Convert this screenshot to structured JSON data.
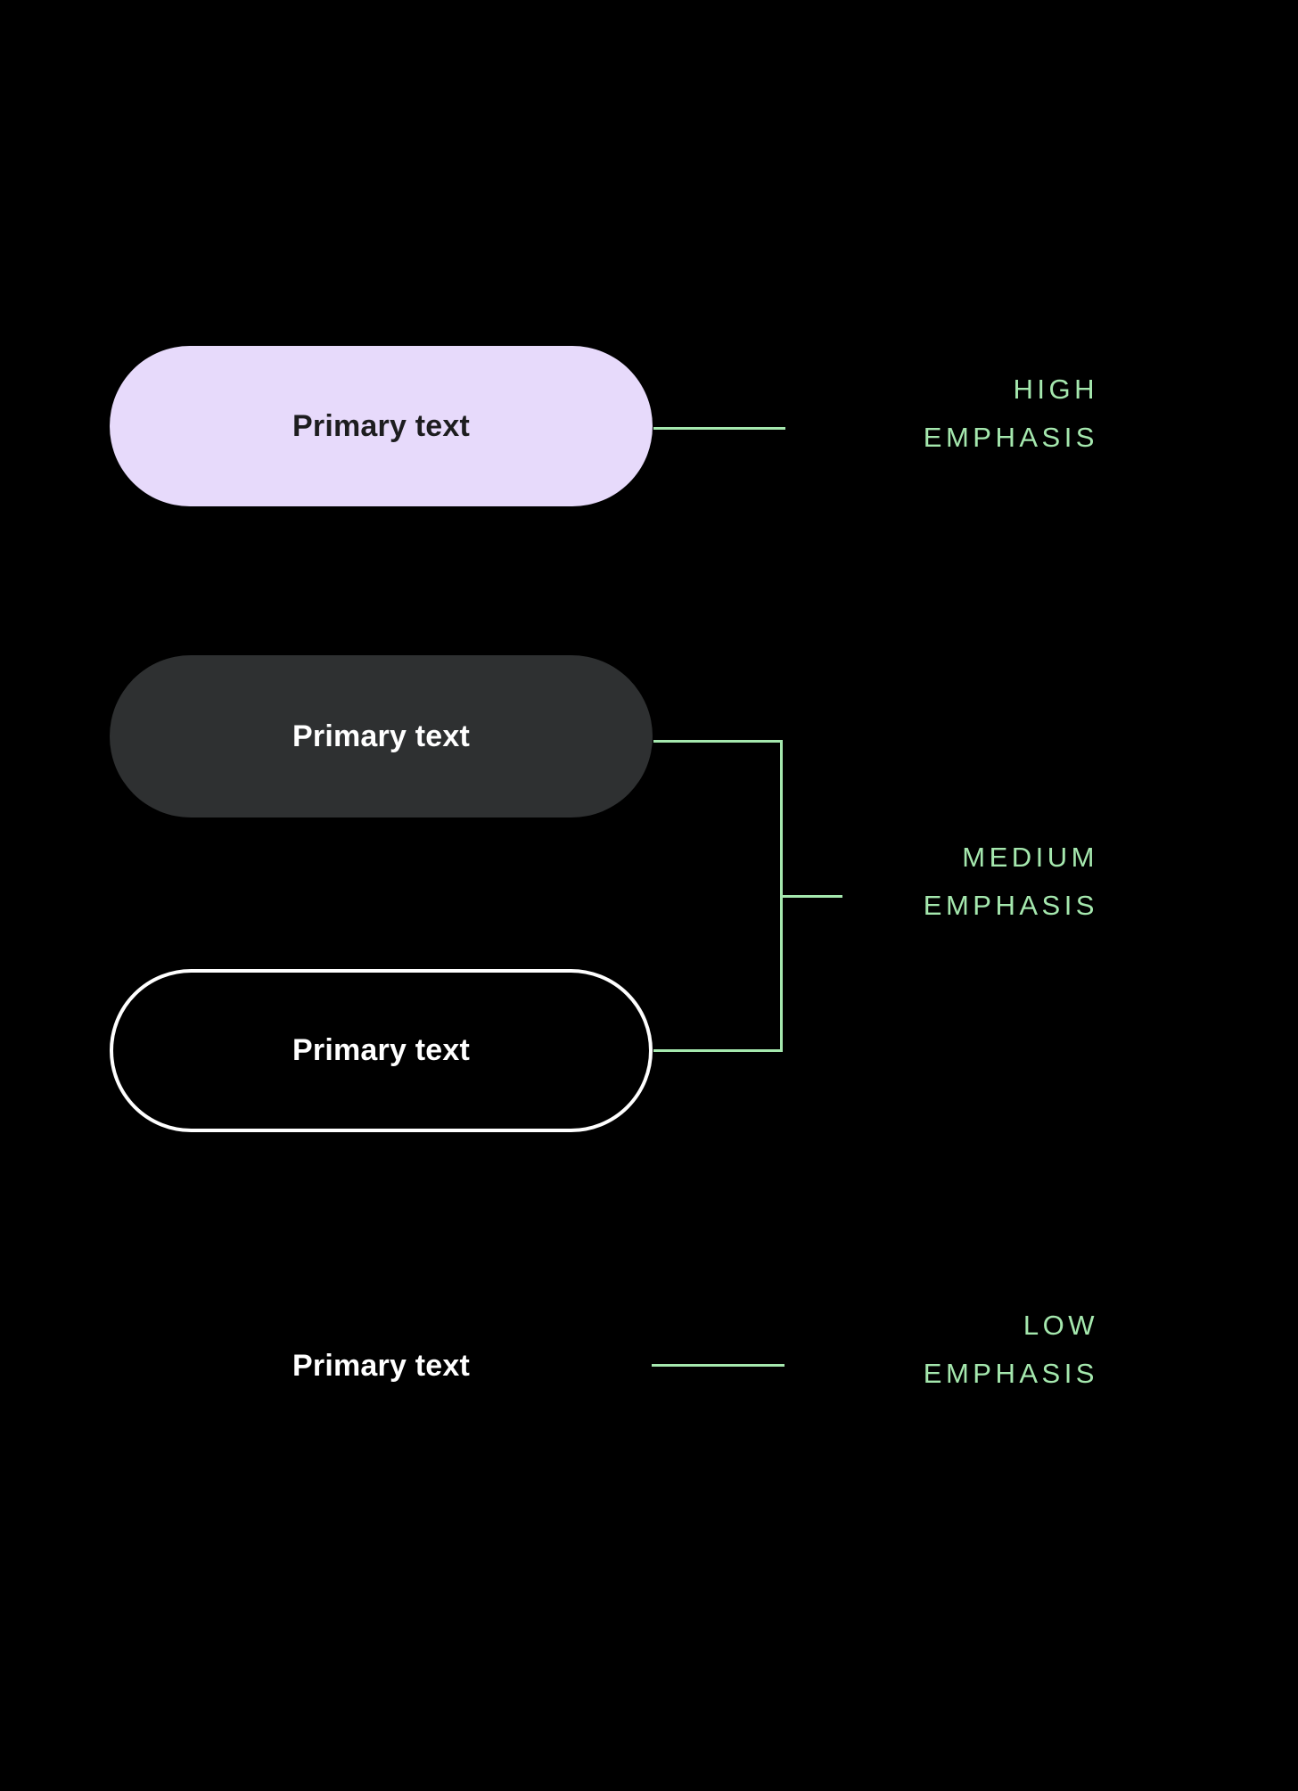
{
  "page": {
    "background_color": "#000000",
    "accent_green": "#A5E8AE",
    "lavender": "#E7DAFB",
    "surface_dark": "#2E3031",
    "outline_white": "#FFFFFF"
  },
  "rows": [
    {
      "id": "high",
      "button_label": "Primary text",
      "variant": "filled-tonal",
      "emphasis_line1": "HIGH",
      "emphasis_line2": "EMPHASIS",
      "fill_color": "#E7DAFB",
      "text_color": "#1D1D1F"
    },
    {
      "id": "medium-filled",
      "button_label": "Primary text",
      "variant": "filled-dark",
      "fill_color": "#2E3031",
      "text_color": "#FFFFFF"
    },
    {
      "id": "medium-outlined",
      "button_label": "Primary text",
      "variant": "outlined",
      "fill_color": "transparent",
      "border_color": "#FFFFFF",
      "text_color": "#FFFFFF"
    },
    {
      "id": "low",
      "button_label": "Primary text",
      "variant": "text",
      "fill_color": "transparent",
      "text_color": "#FFFFFF",
      "emphasis_line1": "LOW",
      "emphasis_line2": "EMPHASIS"
    }
  ],
  "labels": {
    "high_1": "HIGH",
    "high_2": "EMPHASIS",
    "medium_1": "MEDIUM",
    "medium_2": "EMPHASIS",
    "low_1": "LOW",
    "low_2": "EMPHASIS"
  }
}
